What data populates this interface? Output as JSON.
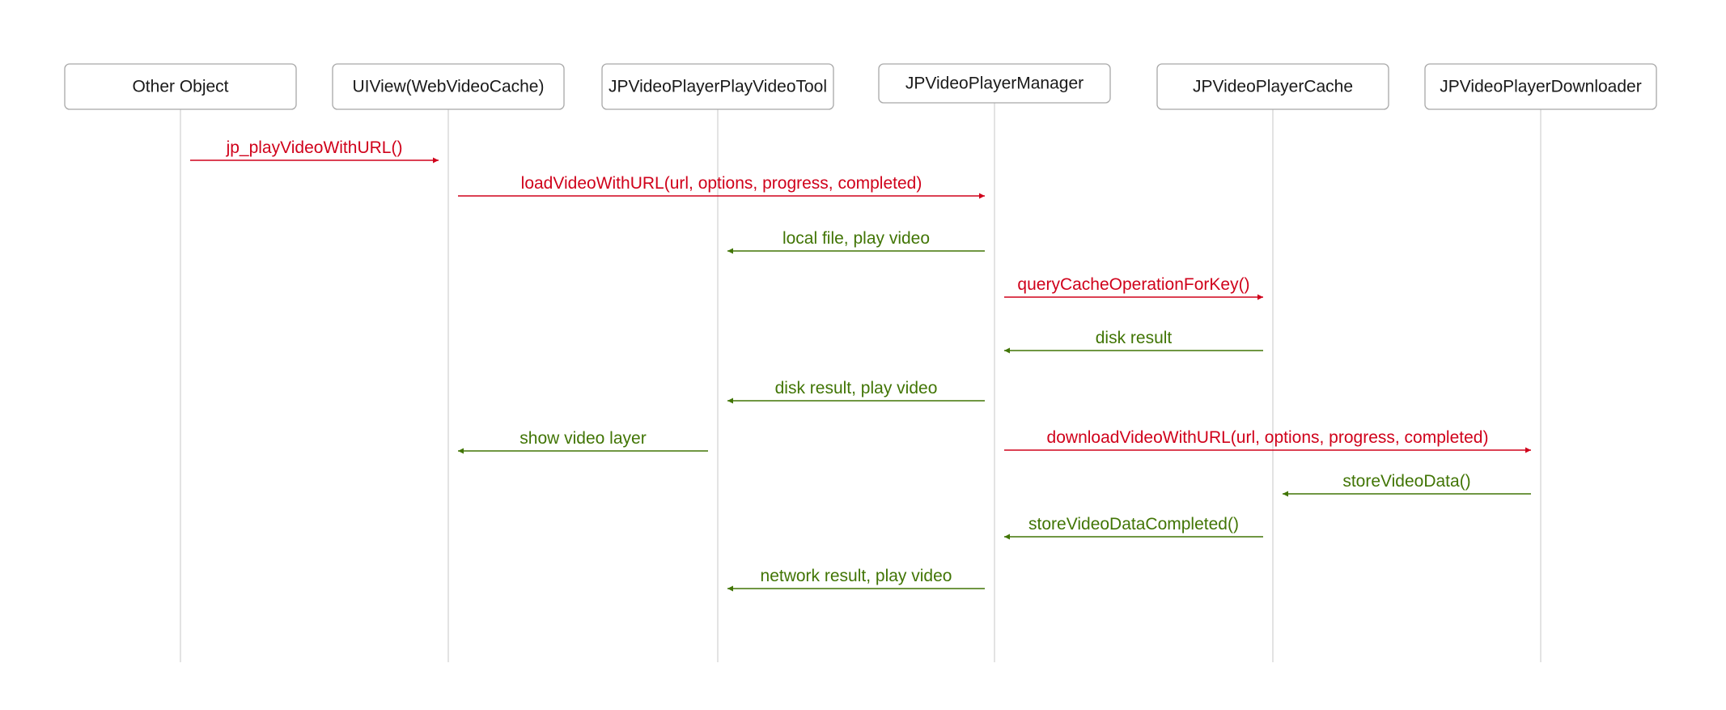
{
  "colors": {
    "call": "#d0021b",
    "return": "#417505",
    "box_border": "#a8a8a8",
    "lifeline": "#d4d4d4",
    "text": "#1a1a1a"
  },
  "participants": [
    {
      "id": "other",
      "label": "Other Object"
    },
    {
      "id": "uiview",
      "label": "UIView(WebVideoCache)"
    },
    {
      "id": "tool",
      "label": "JPVideoPlayerPlayVideoTool"
    },
    {
      "id": "manager",
      "label": "JPVideoPlayerManager"
    },
    {
      "id": "cache",
      "label": "JPVideoPlayerCache"
    },
    {
      "id": "downloader",
      "label": "JPVideoPlayerDownloader"
    }
  ],
  "messages": [
    {
      "from": "other",
      "to": "uiview",
      "label": "jp_playVideoWithURL()",
      "kind": "call"
    },
    {
      "from": "uiview",
      "to": "manager",
      "label": "loadVideoWithURL(url, options, progress, completed)",
      "kind": "call"
    },
    {
      "from": "manager",
      "to": "tool",
      "label": "local file, play video",
      "kind": "return"
    },
    {
      "from": "manager",
      "to": "cache",
      "label": "queryCacheOperationForKey()",
      "kind": "call"
    },
    {
      "from": "cache",
      "to": "manager",
      "label": "disk result",
      "kind": "return"
    },
    {
      "from": "manager",
      "to": "tool",
      "label": "disk result, play video",
      "kind": "return"
    },
    {
      "from": "tool",
      "to": "uiview",
      "label": "show video layer",
      "kind": "return"
    },
    {
      "from": "manager",
      "to": "downloader",
      "label": "downloadVideoWithURL(url, options, progress, completed)",
      "kind": "call"
    },
    {
      "from": "downloader",
      "to": "cache",
      "label": "storeVideoData()",
      "kind": "return"
    },
    {
      "from": "cache",
      "to": "manager",
      "label": "storeVideoDataCompleted()",
      "kind": "return"
    },
    {
      "from": "manager",
      "to": "tool",
      "label": "network result, play video",
      "kind": "return"
    }
  ]
}
